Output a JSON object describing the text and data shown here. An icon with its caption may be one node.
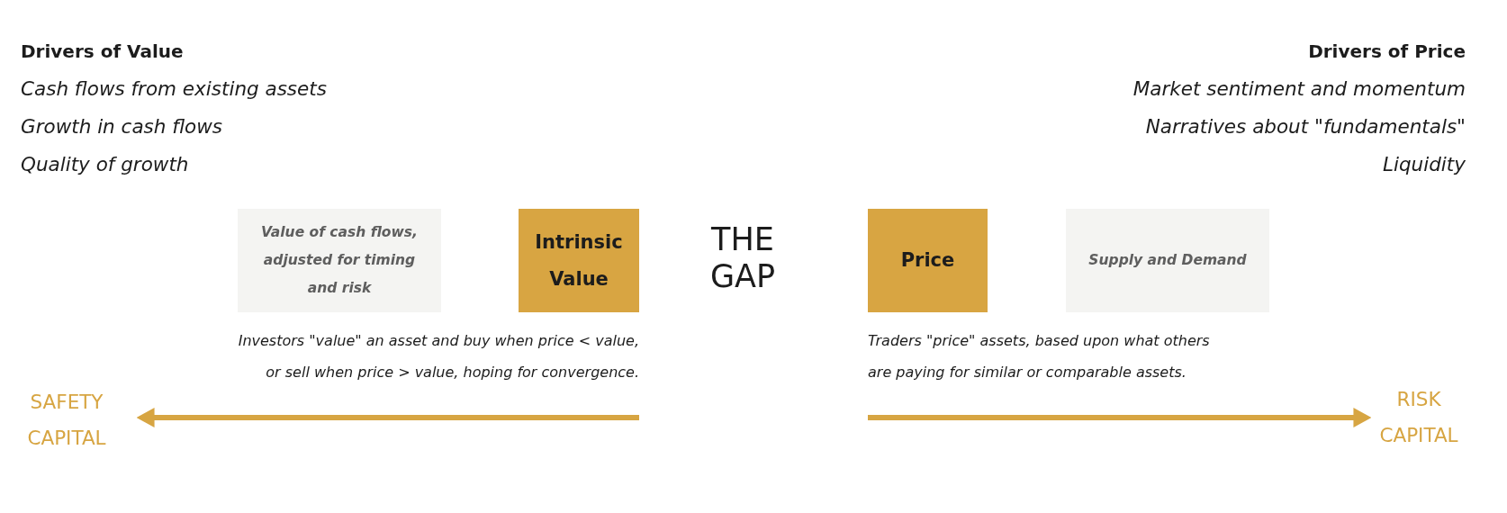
{
  "diagram": {
    "nodes": [
      {
        "text": [
          "Value of cash flows, adjusted for timing and risk"
        ]
      },
      {
        "text": [
          "Intrinsic Value"
        ]
      },
      {
        "text": [
          "Price"
        ]
      },
      {
        "text": [
          "Supply and Demand"
        ]
      },
      {
        "text": [
          "SAFETY CAPITAL"
        ]
      },
      {
        "text": [
          "RISK CAPITAL"
        ]
      }
    ],
    "edges": [
      {
        "from": null,
        "to": 4,
        "arrow": "to",
        "color": "#d7a542"
      },
      {
        "from": null,
        "to": 5,
        "arrow": "to",
        "color": "#d7a542"
      }
    ],
    "labels": [
      "Drivers of Value",
      "Cash flows from existing assets",
      "Growth in cash flows",
      "Quality of growth",
      "Drivers of Price",
      "Market sentiment and momentum",
      "Narratives about \"fundamentals\"",
      "Liquidity",
      "THE GAP",
      "Investors \"value\" an asset and buy when price < value, or sell when price > value, hoping for convergence.",
      "Traders \"price\" assets, based upon what others are paying for similar or comparable assets."
    ]
  }
}
